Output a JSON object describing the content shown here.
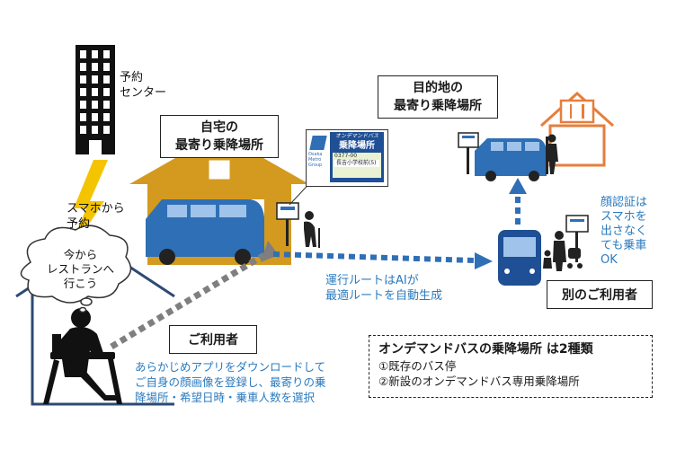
{
  "reservation_center": {
    "line1": "予約",
    "line2": "センター"
  },
  "booking_call": {
    "line1": "スマホから",
    "line2": "予約"
  },
  "home_stop": {
    "line1": "自宅の",
    "line2": "最寄り乗降場所"
  },
  "destination_stop": {
    "line1": "目的地の",
    "line2": "最寄り乗降場所"
  },
  "bus_sign": {
    "title": "乗降場所",
    "header": "オンデマンドバス",
    "number": "0377-00",
    "place": "長吉小学校前(5)",
    "logo": "Osaka Metro Group"
  },
  "thought_bubble": {
    "line1": "今から",
    "line2": "レストランへ",
    "line3": "行こう"
  },
  "user_label": "ご利用者",
  "user_instructions": {
    "line1": "あらかじめアプリをダウンロードして",
    "line2": "ご自身の顔画像を登録し、最寄りの乗",
    "line3": "降場所・希望日時・乗車人数を選択"
  },
  "route_note": {
    "line1": "運行ルートはAIが",
    "line2": "最適ルートを自動生成"
  },
  "face_auth_note": {
    "line1": "顔認証は",
    "line2": "スマホを",
    "line3": "出さなく",
    "line4": "ても乗車",
    "line5": "OK"
  },
  "other_user_label": "別のご利用者",
  "stop_types": {
    "title": "オンデマンドバスの乗降場所 は2種類",
    "items": [
      "①既存のバス停",
      "②新設のオンデマンドバス専用乗降場所"
    ]
  },
  "colors": {
    "blue": "#2a7bbf",
    "house": "#d39a1f",
    "bus": "#2f6fb6",
    "restaurant": "#e67e3c",
    "bolt": "#f5c400",
    "black": "#111111",
    "gray": "#7f7f7f"
  }
}
